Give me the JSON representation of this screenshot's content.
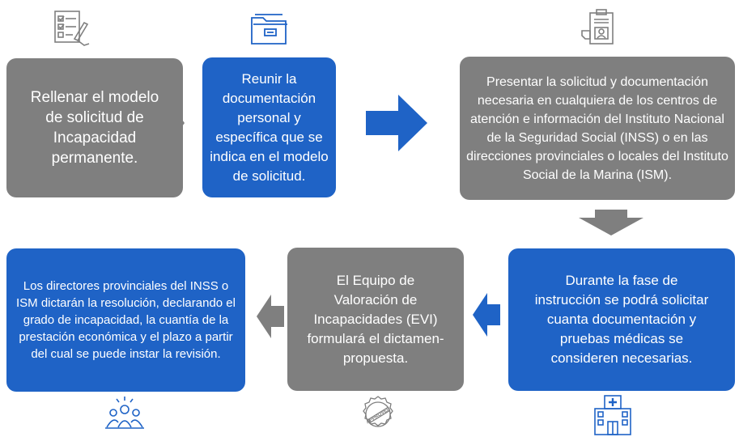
{
  "colors": {
    "gray": "#7f7f7f",
    "blue": "#1f63c6",
    "icon_gray": "#7f7f7f",
    "icon_blue": "#1f63c6"
  },
  "steps": [
    {
      "text": "Rellenar el modelo de solicitud de Incapacidad permanente."
    },
    {
      "text": "Reunir la documentación personal y específica que se indica en el modelo de solicitud."
    },
    {
      "text": "Presentar la solicitud y documentación necesaria en cualquiera de los centros de atención e información del Instituto Nacional de la Seguridad Social (INSS) o en las direcciones provinciales o locales del Instituto Social de la Marina (ISM)."
    },
    {
      "text": "Durante la fase de instrucción se podrá solicitar cuanta documentación y pruebas médicas se consideren necesarias."
    },
    {
      "text": "El Equipo de Valoración de Incapacidades (EVI) formulará el dictamen-propuesta."
    },
    {
      "text": "Los directores provinciales del INSS o ISM dictarán la resolución, declarando el grado de incapacidad, la cuantía de la prestación económica  y el plazo a partir del cual se puede instar la revisión."
    }
  ],
  "icons": {
    "form": "form-checklist-icon",
    "folder": "folder-icon",
    "clipboard": "clipboard-id-icon",
    "team": "team-icon",
    "approved_stamp": "approved-stamp-icon",
    "approved_text": "APPROVED",
    "hospital": "hospital-icon"
  }
}
